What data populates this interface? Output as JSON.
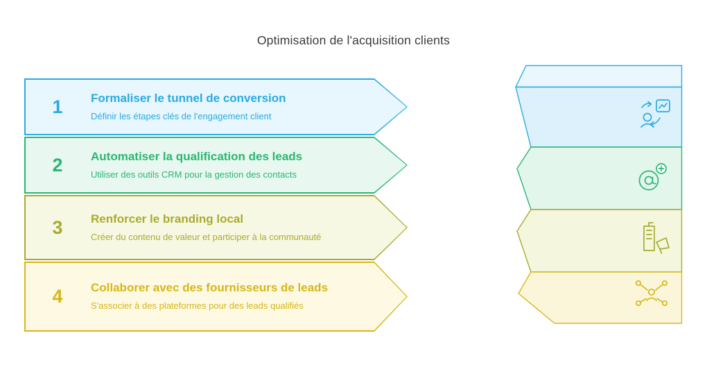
{
  "page": {
    "title": "Optimisation de l'acquisition clients"
  },
  "colors": {
    "background": "#FFFFFF",
    "title_text": "#3A3A3A",
    "ribbon_top_fill": "#EAF7FD"
  },
  "steps": [
    {
      "number": "1",
      "title": "Formaliser le tunnel de conversion",
      "subtitle": "Définir les étapes clés de l'engagement client",
      "color": "#29ABE2",
      "fill": "#E8F6FD",
      "ribbon_fill": "#DCF1FB",
      "icon": "user-analytics-icon"
    },
    {
      "number": "2",
      "title": "Automatiser la qualification des leads",
      "subtitle": "Utiliser des outils CRM pour la gestion des contacts",
      "color": "#2BB673",
      "fill": "#E8F8F0",
      "ribbon_fill": "#E2F6EB",
      "icon": "mention-add-icon"
    },
    {
      "number": "3",
      "title": "Renforcer le branding local",
      "subtitle": "Créer du contenu de valeur et participer à la communauté",
      "color": "#A9AB2F",
      "fill": "#F7F8E4",
      "ribbon_fill": "#F4F6DD",
      "icon": "building-megaphone-icon"
    },
    {
      "number": "4",
      "title": "Collaborer avec des fournisseurs de leads",
      "subtitle": "S'associer à des plateformes pour des leads qualifiés",
      "color": "#D6B71A",
      "fill": "#FDF9E3",
      "ribbon_fill": "#FBF6DA",
      "icon": "people-network-icon"
    }
  ]
}
